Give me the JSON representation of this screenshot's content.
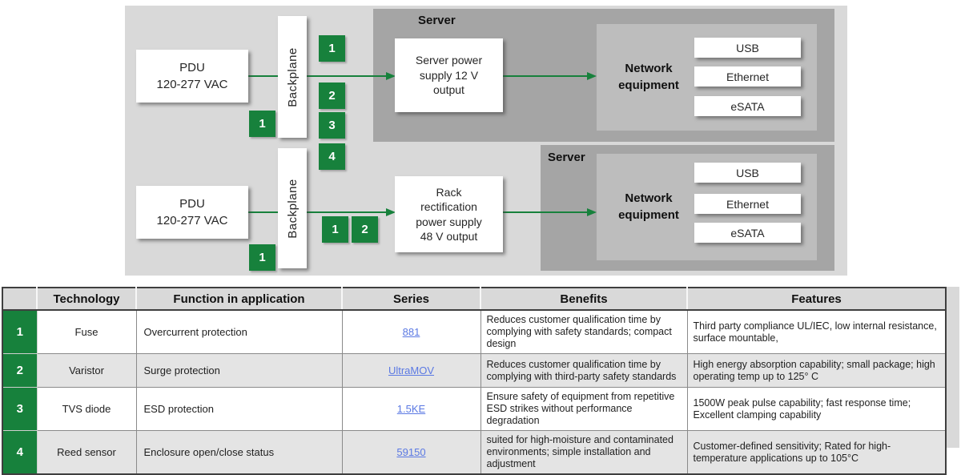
{
  "colors": {
    "accent_green": "#17813C",
    "link_blue": "#5B79E3",
    "panel_gray": "#d9d9d9",
    "server_gray": "#a5a5a5",
    "netequip_gray": "#bdbdbd"
  },
  "diagram": {
    "top": {
      "pdu": "PDU\n120-277 VAC",
      "backplane": "Backplane",
      "pdu_badge": "1",
      "column_badges": [
        "1",
        "2",
        "3",
        "4"
      ],
      "server_label": "Server",
      "supply": "Server power\nsupply 12 V\noutput",
      "network_label": "Network\nequipment",
      "ports": [
        "USB",
        "Ethernet",
        "eSATA"
      ]
    },
    "bottom": {
      "pdu": "PDU\n120-277 VAC",
      "backplane": "Backplane",
      "pdu_badge": "1",
      "pair_badges": [
        "1",
        "2"
      ],
      "server_label": "Server",
      "supply": "Rack\nrectification\npower supply\n48 V output",
      "network_label": "Network\nequipment",
      "ports": [
        "USB",
        "Ethernet",
        "eSATA"
      ]
    }
  },
  "table": {
    "headers": {
      "number": "",
      "technology": "Technology",
      "function": "Function in application",
      "series": "Series",
      "benefits": "Benefits",
      "features": "Features"
    },
    "rows": [
      {
        "num": "1",
        "technology": "Fuse",
        "function": "Overcurrent protection",
        "series": "881",
        "benefits": "Reduces customer qualification time by complying with safety standards; compact design",
        "features": "Third party compliance UL/IEC, low internal resistance, surface mountable,"
      },
      {
        "num": "2",
        "technology": "Varistor",
        "function": "Surge protection",
        "series": "UltraMOV",
        "benefits": "Reduces customer qualification time by complying with third-party safety standards",
        "features": "High energy absorption capability; small package; high operating temp up to 125° C"
      },
      {
        "num": "3",
        "technology": "TVS diode",
        "function": "ESD protection",
        "series": "1.5KE",
        "benefits": "Ensure safety of equipment from repetitive ESD strikes without performance degradation",
        "features": "1500W peak pulse capability; fast response time; Excellent clamping capability"
      },
      {
        "num": "4",
        "technology": "Reed sensor",
        "function": "Enclosure open/close status",
        "series": "59150",
        "benefits": "suited for high-moisture and contaminated environments; simple installation and adjustment",
        "features": "Customer-defined sensitivity; Rated for high-temperature applications up to 105°C"
      }
    ]
  }
}
